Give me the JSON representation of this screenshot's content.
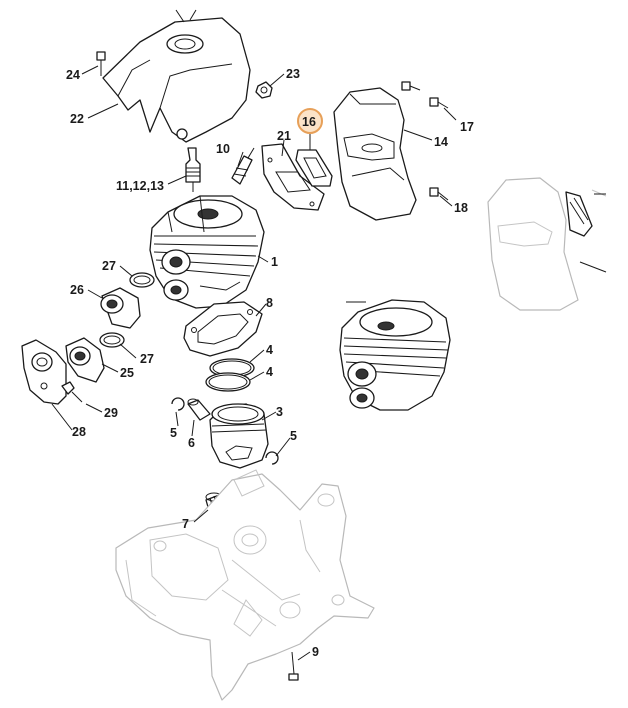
{
  "diagram": {
    "highlight_color": "#e7a059",
    "highlight_fill": "#fbe3c8",
    "highlighted_callout": "16",
    "callouts": [
      {
        "id": "24",
        "label": "24"
      },
      {
        "id": "22",
        "label": "22"
      },
      {
        "id": "23",
        "label": "23"
      },
      {
        "id": "16",
        "label": "16"
      },
      {
        "id": "21",
        "label": "21"
      },
      {
        "id": "10",
        "label": "10"
      },
      {
        "id": "11",
        "label": "11,12,13"
      },
      {
        "id": "17",
        "label": "17"
      },
      {
        "id": "14",
        "label": "14"
      },
      {
        "id": "18",
        "label": "18"
      },
      {
        "id": "1",
        "label": "1"
      },
      {
        "id": "27a",
        "label": "27"
      },
      {
        "id": "26",
        "label": "26"
      },
      {
        "id": "8",
        "label": "8"
      },
      {
        "id": "27b",
        "label": "27"
      },
      {
        "id": "25",
        "label": "25"
      },
      {
        "id": "4a",
        "label": "4"
      },
      {
        "id": "4b",
        "label": "4"
      },
      {
        "id": "29",
        "label": "29"
      },
      {
        "id": "28",
        "label": "28"
      },
      {
        "id": "3",
        "label": "3"
      },
      {
        "id": "5a",
        "label": "5"
      },
      {
        "id": "5b",
        "label": "5"
      },
      {
        "id": "6",
        "label": "6"
      },
      {
        "id": "7",
        "label": "7"
      },
      {
        "id": "9",
        "label": "9"
      }
    ]
  }
}
